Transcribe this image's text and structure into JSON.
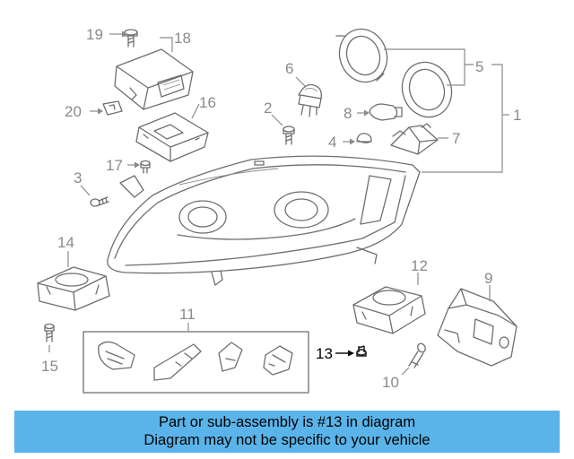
{
  "diagram": {
    "callouts": {
      "c1": "1",
      "c2": "2",
      "c3": "3",
      "c4": "4",
      "c5": "5",
      "c6": "6",
      "c7": "7",
      "c8": "8",
      "c9": "9",
      "c10": "10",
      "c11": "11",
      "c12": "12",
      "c13": "13",
      "c14": "14",
      "c15": "15",
      "c16": "16",
      "c17": "17",
      "c18": "18",
      "c19": "19",
      "c20": "20"
    },
    "highlighted_part": "13"
  },
  "banner": {
    "line1": "Part or sub-assembly is #13 in diagram",
    "line2": "Diagram may not be specific to your vehicle",
    "color": "#5ab4ea"
  }
}
